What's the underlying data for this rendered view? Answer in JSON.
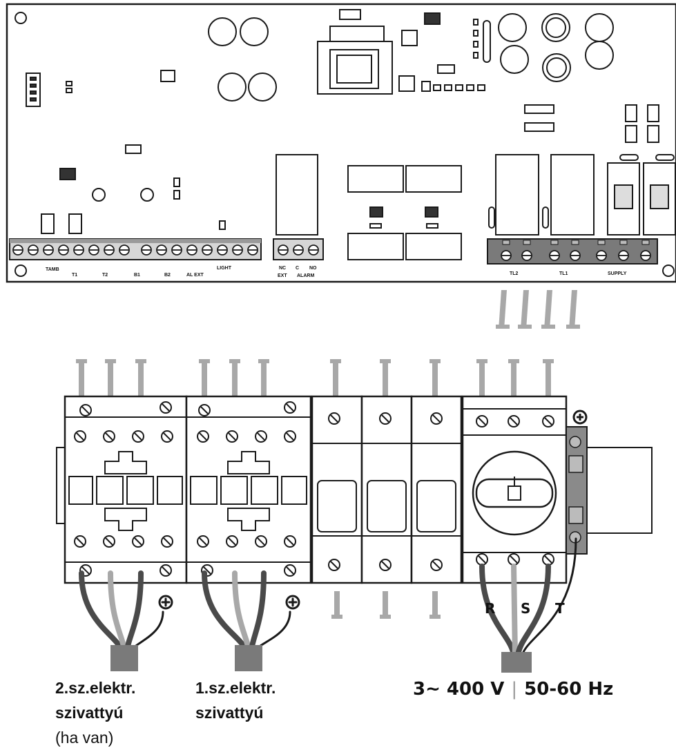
{
  "board": {
    "terminals_left": [
      "TAMB",
      "T1",
      "T2",
      "B1",
      "B2",
      "AL EXT",
      "LIGHT"
    ],
    "terminals_alarm": [
      "NC",
      "C",
      "NO",
      "EXT",
      "ALARM"
    ],
    "terminals_right": [
      "TL2",
      "TL1",
      "SUPPLY"
    ]
  },
  "phases": [
    "R",
    "S",
    "T"
  ],
  "labels": {
    "motor2_line1": "2.sz.elektr.",
    "motor2_line2": "szivattyú",
    "motor2_line3": "(ha van)",
    "motor1_line1": "1.sz.elektr.",
    "motor1_line2": "szivattyú",
    "supply_voltage": "3~ 400 V",
    "supply_freq": "50-60 Hz"
  },
  "colors": {
    "outline": "#1a1a1a",
    "wire_dark": "#4a4a4a",
    "wire_light": "#a8a8a8",
    "terminal_block": "#6e6e6e"
  }
}
